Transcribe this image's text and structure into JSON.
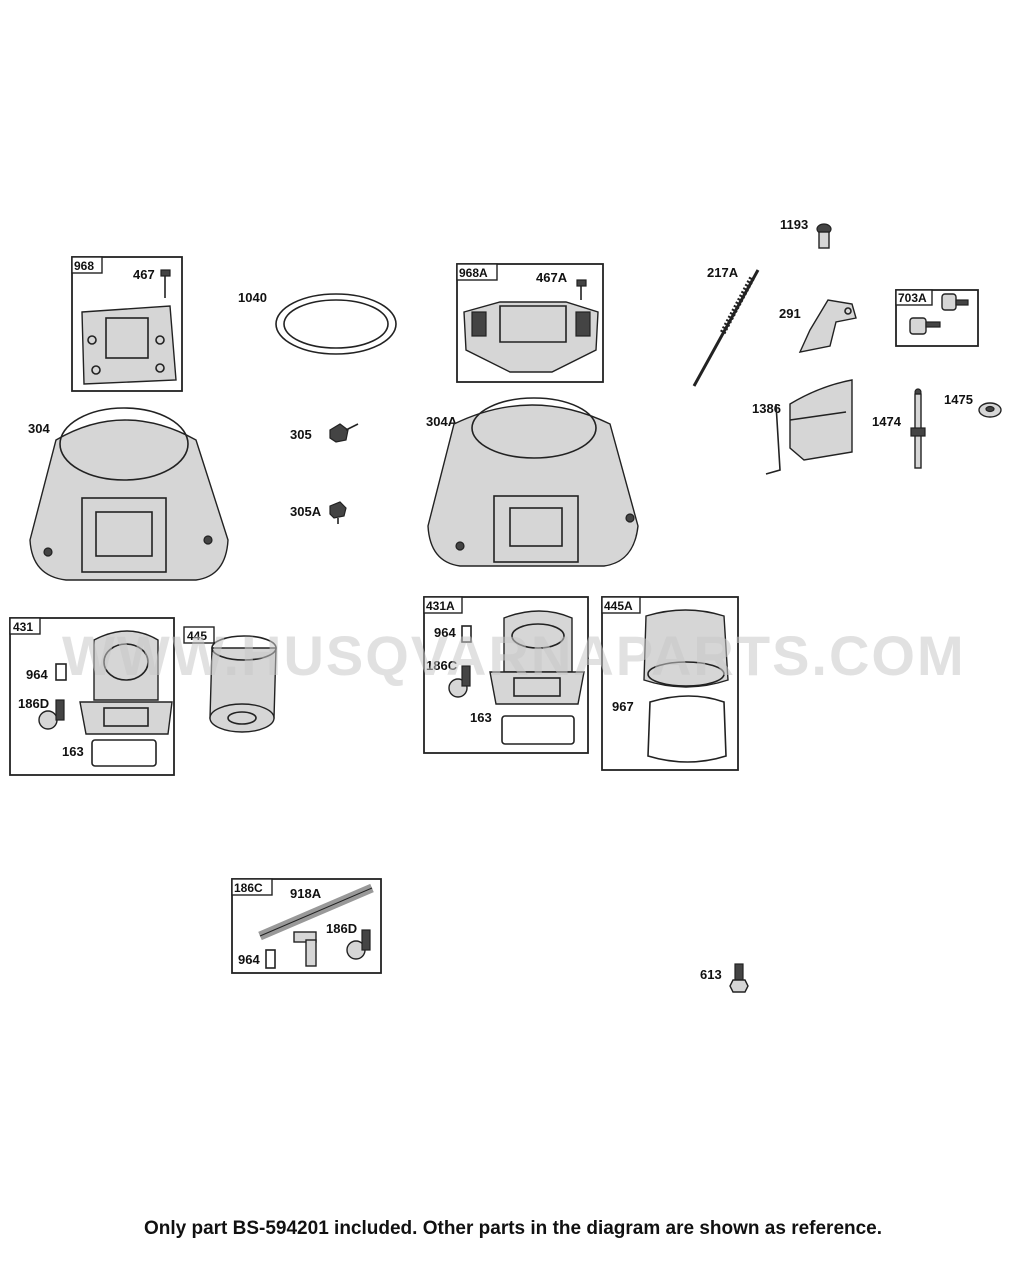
{
  "watermark": "WWW.HUSQVARNAPARTS.COM",
  "footer_note": "Only part BS-594201 included. Other parts in the diagram are shown as reference.",
  "parts": {
    "p968": "968",
    "p467": "467",
    "p1040": "1040",
    "p968A": "968A",
    "p467A": "467A",
    "p217A": "217A",
    "p1193": "1193",
    "p291": "291",
    "p703A": "703A",
    "p304": "304",
    "p305": "305",
    "p305A": "305A",
    "p304A": "304A",
    "p1386": "1386",
    "p1474": "1474",
    "p1475": "1475",
    "p431": "431",
    "p445": "445",
    "p964a": "964",
    "p186Da": "186D",
    "p163a": "163",
    "p431A": "431A",
    "p964b": "964",
    "p186Ca": "186C",
    "p163b": "163",
    "p445A": "445A",
    "p967": "967",
    "p186C": "186C",
    "p918A": "918A",
    "p186Db": "186D",
    "p964c": "964",
    "p613": "613"
  }
}
